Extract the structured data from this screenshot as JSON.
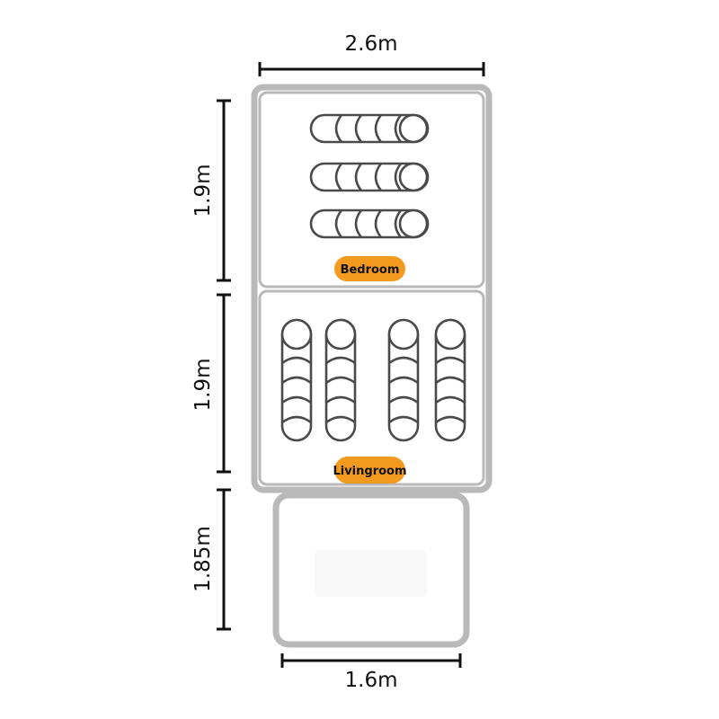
{
  "dimensions": {
    "top_width": "2.6m",
    "bedroom_height": "1.9m",
    "livingroom_height": "1.9m",
    "lower_height": "1.85m",
    "bottom_width": "1.6m"
  },
  "rooms": {
    "bedroom": "Bedroom",
    "livingroom": "Livingroom"
  },
  "colors": {
    "wall": "#b9b9b9",
    "furniture_outline": "#4a4a4a",
    "dimension_line": "#111111",
    "room_tag": "#f39a1f"
  },
  "icons": {
    "bed": "rolled-cushion-bed-icon",
    "couch": "rolled-cushion-couch-icon"
  }
}
